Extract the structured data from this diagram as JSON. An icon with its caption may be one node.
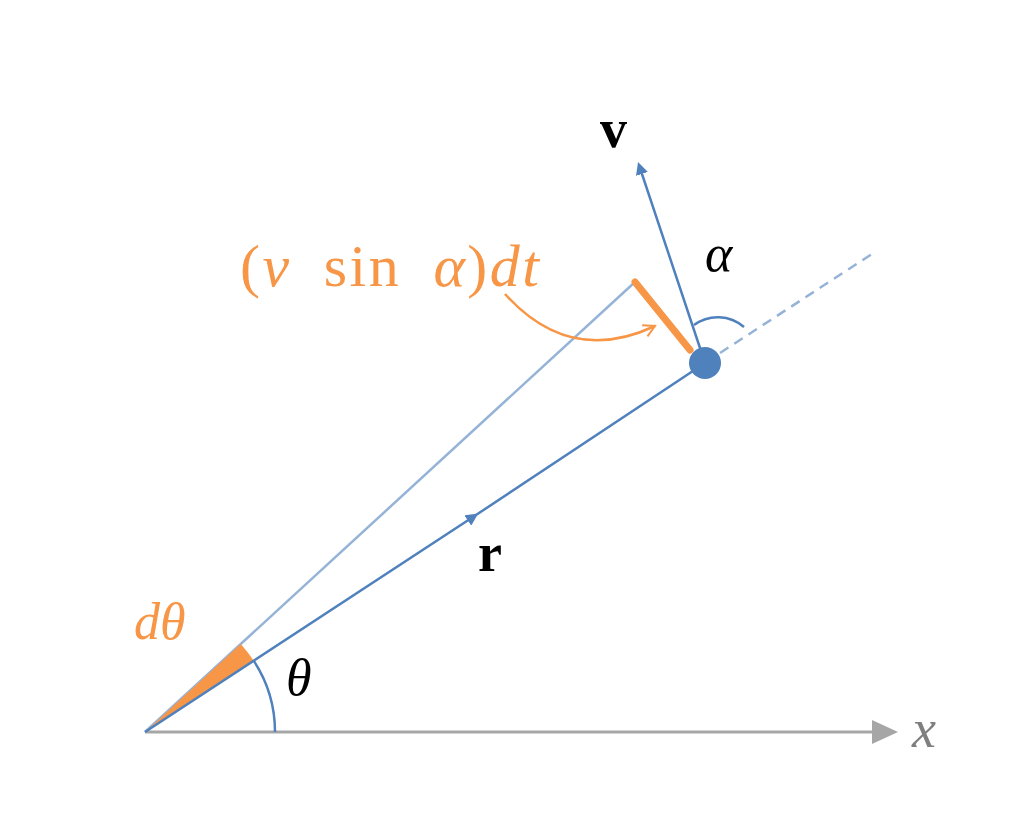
{
  "diagram": {
    "nodes": [
      {
        "text": [
          "(*v* sin *α*)*dt*"
        ]
      },
      {
        "text": [],
        "shape": "bar"
      }
    ],
    "edges": [
      {
        "from": 0,
        "to": 1,
        "arrow": "to",
        "color": "#f79646"
      }
    ],
    "labels": [
      "v",
      "α",
      "r",
      "dθ",
      "θ",
      "x"
    ]
  }
}
